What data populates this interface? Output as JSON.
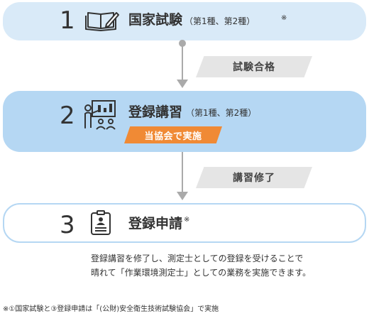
{
  "steps": [
    {
      "number": "1",
      "title": "国家試験",
      "subtitle": "（第1種、第2種）",
      "mark": "※",
      "icon": "open-book-pencil-icon"
    },
    {
      "number": "2",
      "title": "登録講習",
      "subtitle": "（第1種、第2種）",
      "badge": "当協会で実施",
      "icon": "lecture-presenter-icon"
    },
    {
      "number": "3",
      "title": "登録申請",
      "mark": "※",
      "icon": "application-document-icon"
    }
  ],
  "transitions": [
    {
      "label": "試験合格"
    },
    {
      "label": "講習修了"
    }
  ],
  "description": [
    "登録講習を修了し、測定士としての登録を受けることで",
    "晴れて「作業環境測定士」としての業務を実施できます。"
  ],
  "footnote": "※①国家試験と③登録申請は「(公財)安全衛生技術試験協会」で実施",
  "colors": {
    "step_light": "#d9eaf8",
    "step_active": "#b5d7f3",
    "badge": "#f08a35",
    "tag": "#e5e5e5",
    "connector": "#aaaaaa"
  }
}
